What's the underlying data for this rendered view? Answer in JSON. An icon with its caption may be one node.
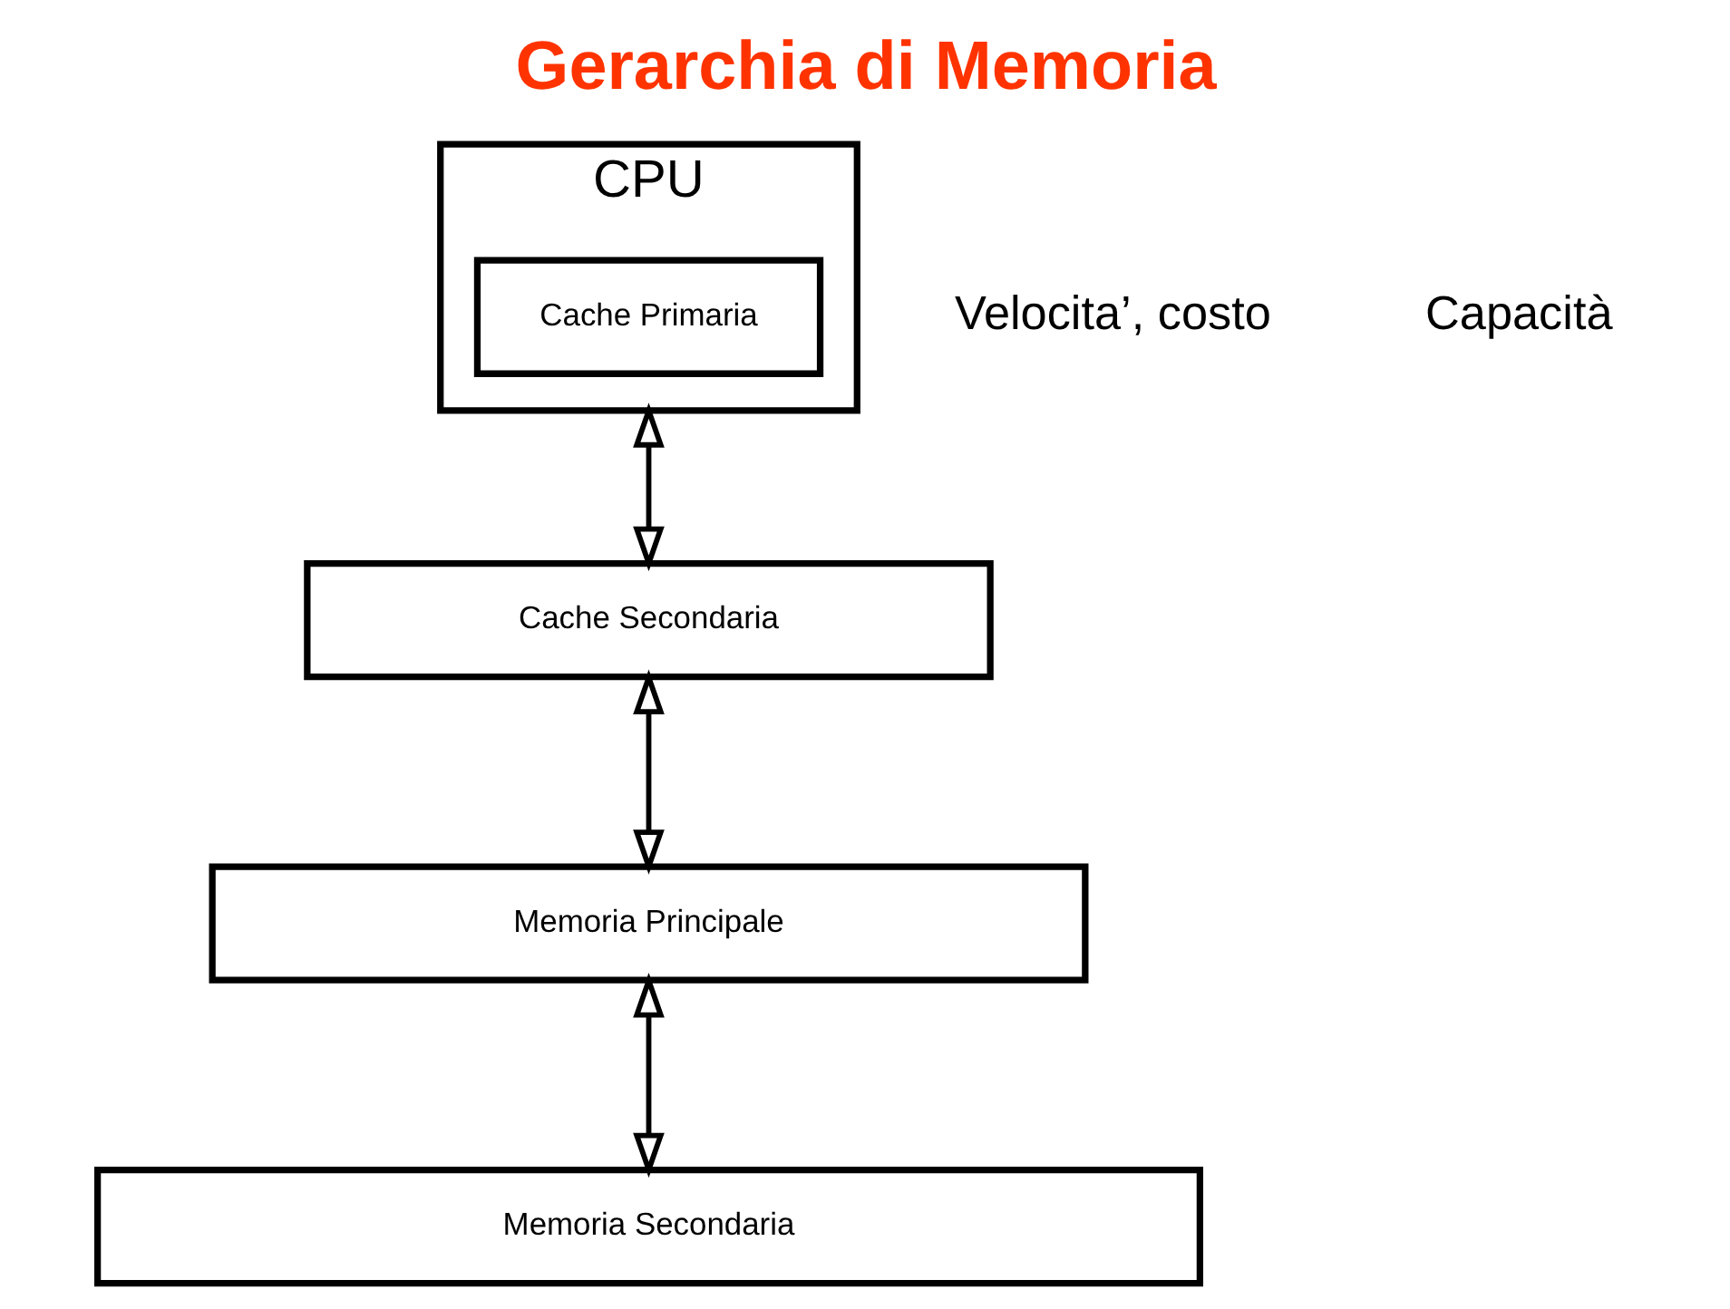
{
  "diagram": {
    "title": "Gerarchia di Memoria",
    "nodes": [
      {
        "text": [
          "CPU"
        ]
      },
      {
        "text": [
          "Cache Primaria"
        ],
        "in": 0
      },
      {
        "text": [
          "Cache Secondaria"
        ]
      },
      {
        "text": [
          "Memoria Principale"
        ]
      },
      {
        "text": [
          "Memoria Secondaria"
        ]
      }
    ],
    "edges": [
      {
        "from": 0,
        "to": 2,
        "arrow": "both"
      },
      {
        "from": 2,
        "to": 3,
        "arrow": "both"
      },
      {
        "from": 3,
        "to": 4,
        "arrow": "both"
      }
    ],
    "labels": [
      "Velocita’, costo",
      "Capacità"
    ]
  }
}
